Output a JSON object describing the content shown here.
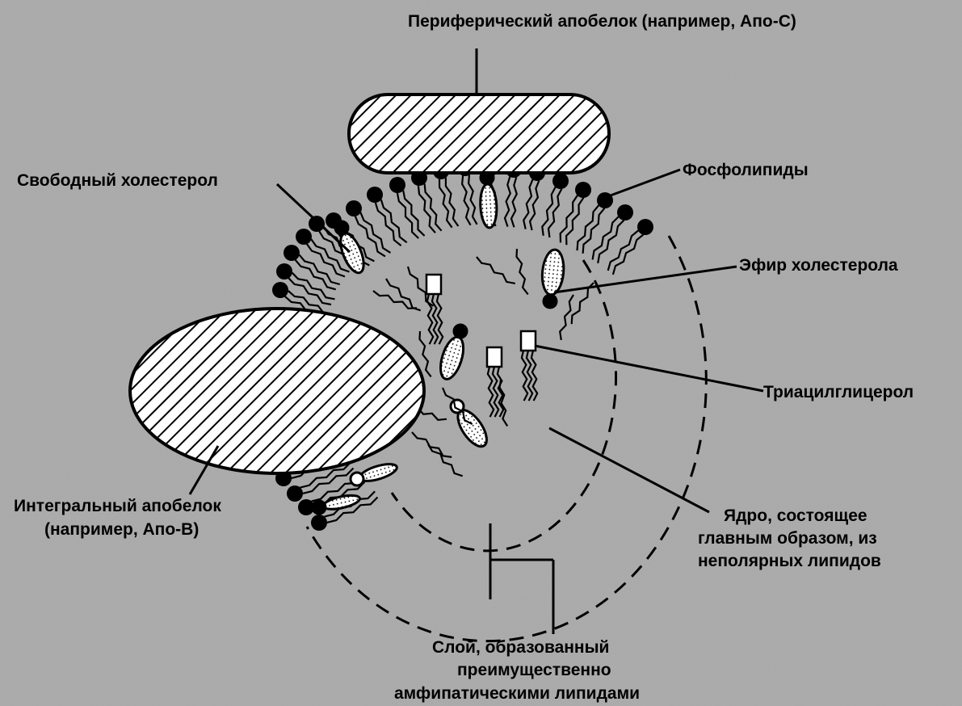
{
  "labels": {
    "peripheral": "Периферический апобелок  (например, Апо-С)",
    "free_chol": "Свободный холестерол",
    "phospholipids": "Фосфолипиды",
    "chol_ester": "Эфир холестерола",
    "tag": "Триацилглицерол",
    "core": [
      "Ядро, состоящее",
      "главным образом, из",
      "неполярных липидов"
    ],
    "integral": [
      "Интегральный апобелок",
      "(например, Апо-В)"
    ],
    "layer": [
      "Слой, образованный",
      "преимущественно",
      "амфипатическими липидами"
    ]
  },
  "colors": {
    "background": "#a9a9a9",
    "ink": "#000000",
    "fill": "#ffffff"
  }
}
